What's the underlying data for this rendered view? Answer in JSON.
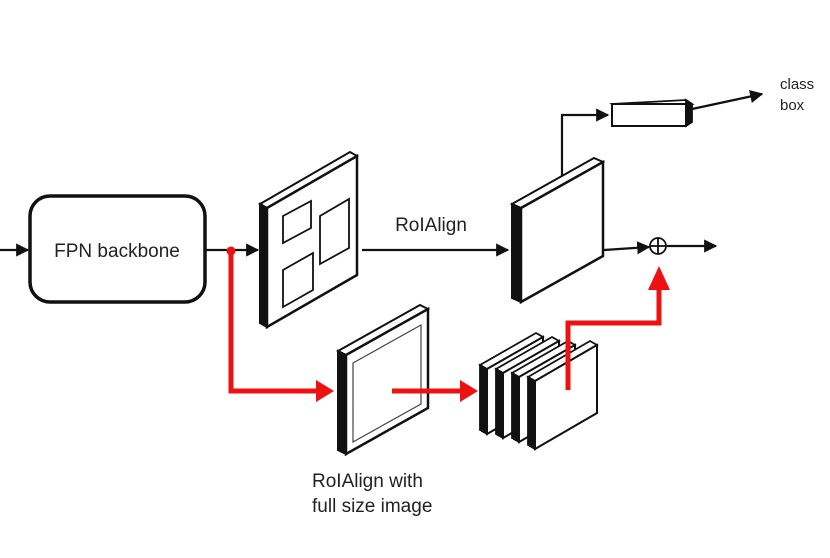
{
  "nodes": {
    "backbone": {
      "label": "FPN backbone"
    },
    "roialign": {
      "label": "RoIAlign"
    },
    "roialign_full": {
      "line1": "RoIAlign with",
      "line2": "full size image"
    },
    "outputs": {
      "class": "class",
      "box": "box"
    }
  },
  "colors": {
    "stroke": "#111111",
    "highlight": "#ee1111",
    "background": "#ffffff"
  }
}
